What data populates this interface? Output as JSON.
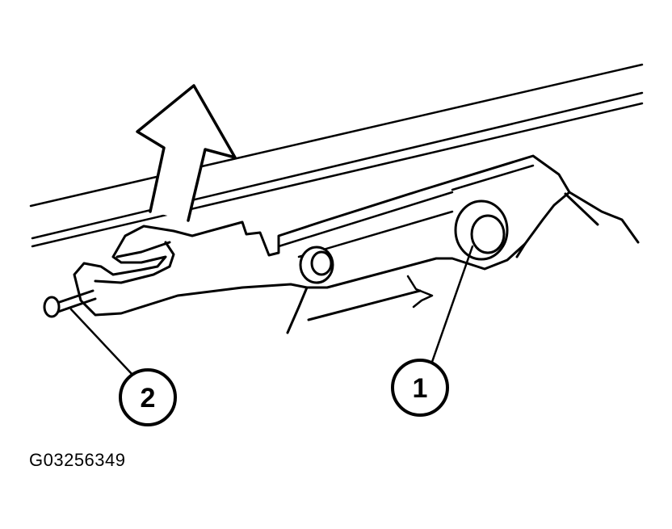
{
  "figure_id": "G03256349",
  "callouts": [
    {
      "label": "1",
      "target": "pivot-bolt"
    },
    {
      "label": "2",
      "target": "retaining-pin"
    }
  ],
  "colors": {
    "line": "#000000",
    "background": "#ffffff"
  }
}
